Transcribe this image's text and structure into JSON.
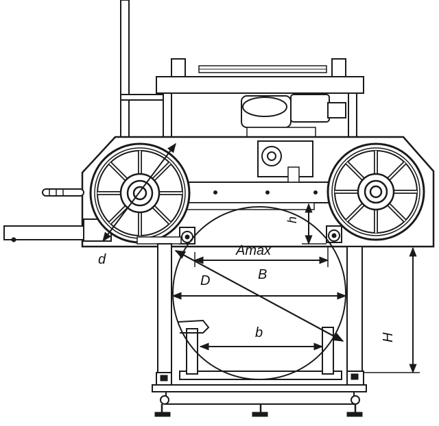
{
  "labels": {
    "d": "d",
    "D": "D",
    "Amax": "Amax",
    "B": "B",
    "b": "b",
    "h": "h",
    "H": "H"
  },
  "colors": {
    "line": "#1a1a1a",
    "background": "#ffffff"
  }
}
